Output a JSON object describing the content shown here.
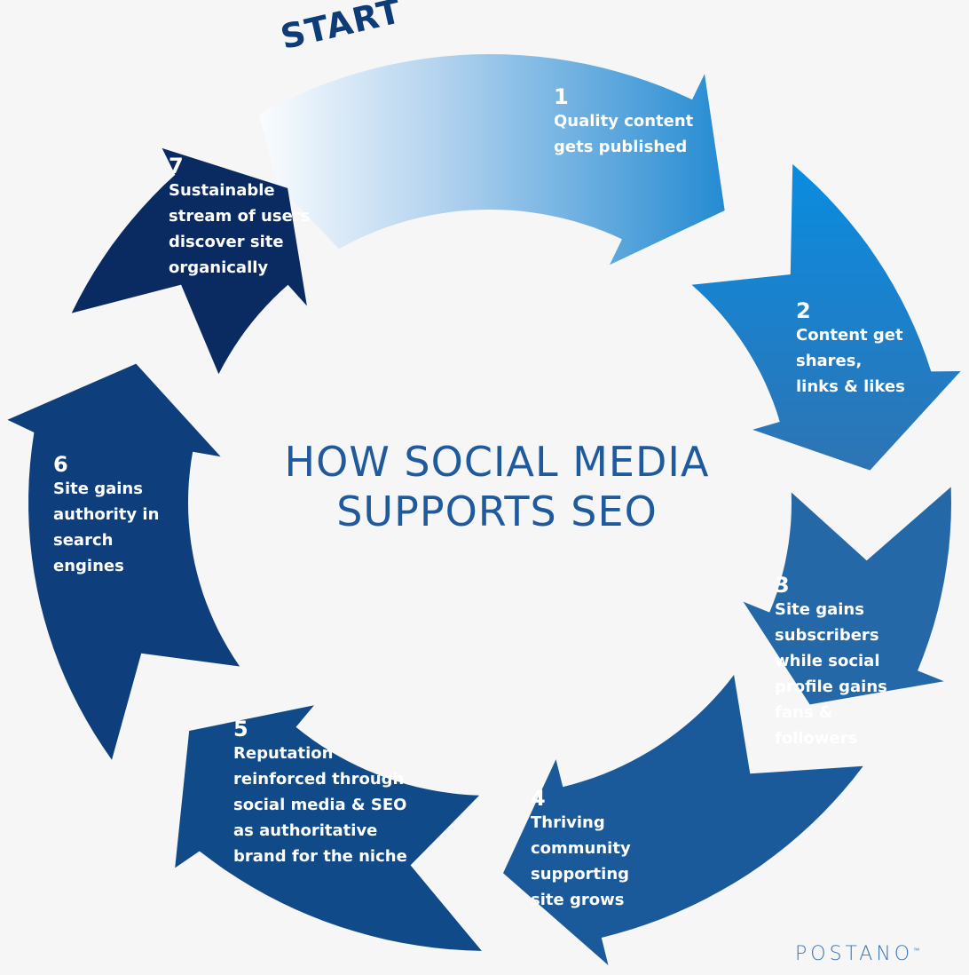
{
  "title_line1": "HOW SOCIAL MEDIA",
  "title_line2": "SUPPORTS SEO",
  "start_label": "START",
  "brand": "POSTANO",
  "brand_mark": "™",
  "steps": [
    {
      "num": "1",
      "lines": [
        "Quality content",
        "gets published"
      ],
      "color": "#1a86d0"
    },
    {
      "num": "2",
      "lines": [
        "Content get",
        "shares,",
        "links & likes"
      ],
      "color": "#1b80cc"
    },
    {
      "num": "3",
      "lines": [
        "Site gains",
        "subscribers",
        "while social",
        "profile gains",
        "fans &",
        "followers"
      ],
      "color": "#2468a8"
    },
    {
      "num": "4",
      "lines": [
        "Thriving",
        "community",
        "supporting",
        "site grows"
      ],
      "color": "#1a5a9a"
    },
    {
      "num": "5",
      "lines": [
        "Reputation",
        "reinforced through",
        "social media & SEO",
        "as authoritative",
        "brand for the niche"
      ],
      "color": "#114a88"
    },
    {
      "num": "6",
      "lines": [
        "Site gains",
        "authority in",
        "search",
        "engines"
      ],
      "color": "#0e3f7c"
    },
    {
      "num": "7",
      "lines": [
        "Sustainable",
        "stream of users",
        "discover site",
        "organically"
      ],
      "color": "#0a2a62"
    }
  ]
}
